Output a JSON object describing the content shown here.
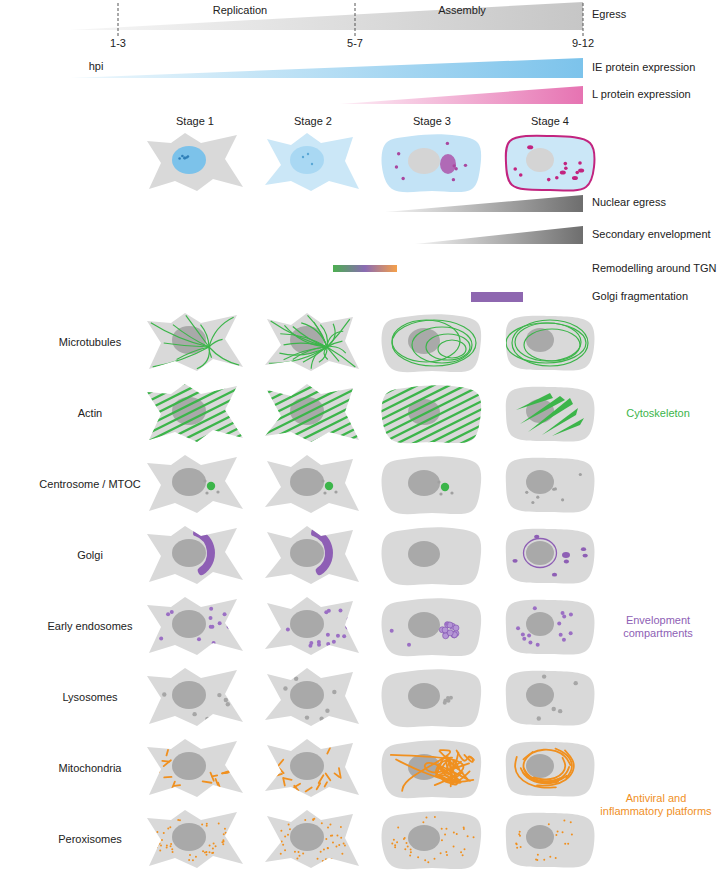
{
  "diagram": {
    "labels": [
      "Replication",
      "Assembly",
      "Egress",
      "hpi",
      "1-3",
      "5-7",
      "9-12",
      "IE protein expression",
      "L protein expression",
      "Stage 1",
      "Stage 2",
      "Stage 3",
      "Stage 4",
      "Nuclear egress",
      "Secondary envelopment",
      "Remodelling around TGN",
      "Golgi fragmentation",
      "Microtubules",
      "Actin",
      "Centrosome / MTOC",
      "Golgi",
      "Early endosomes",
      "Lysosomes",
      "Mitochondria",
      "Peroxisomes",
      "Cytoskeleton",
      "Envelopment compartments",
      "Antiviral and inflammatory platforms"
    ]
  }
}
